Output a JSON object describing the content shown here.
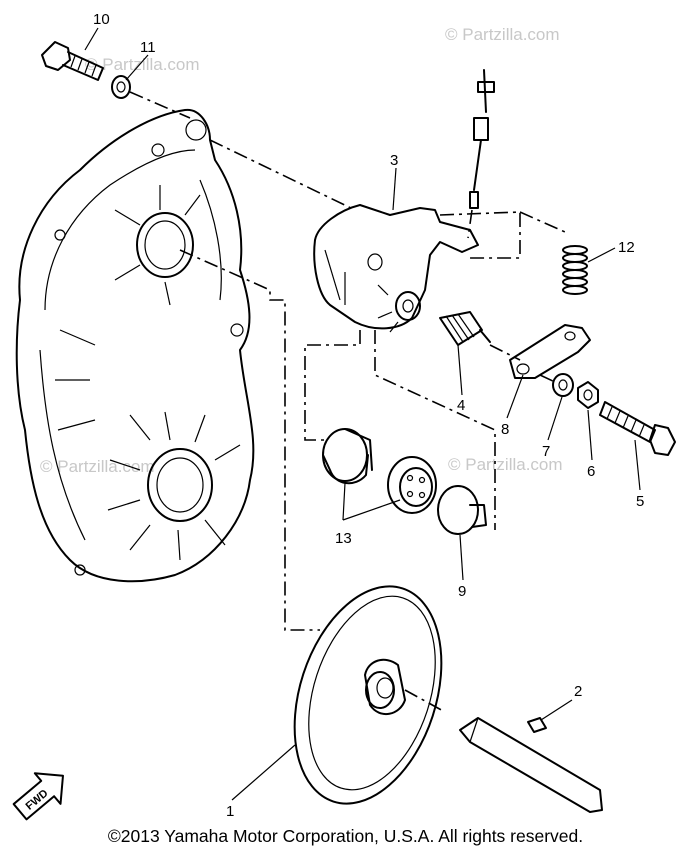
{
  "callouts": {
    "c1": "1",
    "c2": "2",
    "c3": "3",
    "c4": "4",
    "c5": "5",
    "c6": "6",
    "c7": "7",
    "c8": "8",
    "c9": "9",
    "c10": "10",
    "c11": "11",
    "c12": "12",
    "c13": "13"
  },
  "watermark": {
    "top": "© Partzilla.com",
    "right_top": "© Partzilla.com",
    "left": "© Partzilla.com",
    "right_mid": "© Partzilla.com"
  },
  "fwd_label": "FWD",
  "copyright": "©2013  Yamaha Motor Corporation, U.S.A. All rights reserved."
}
